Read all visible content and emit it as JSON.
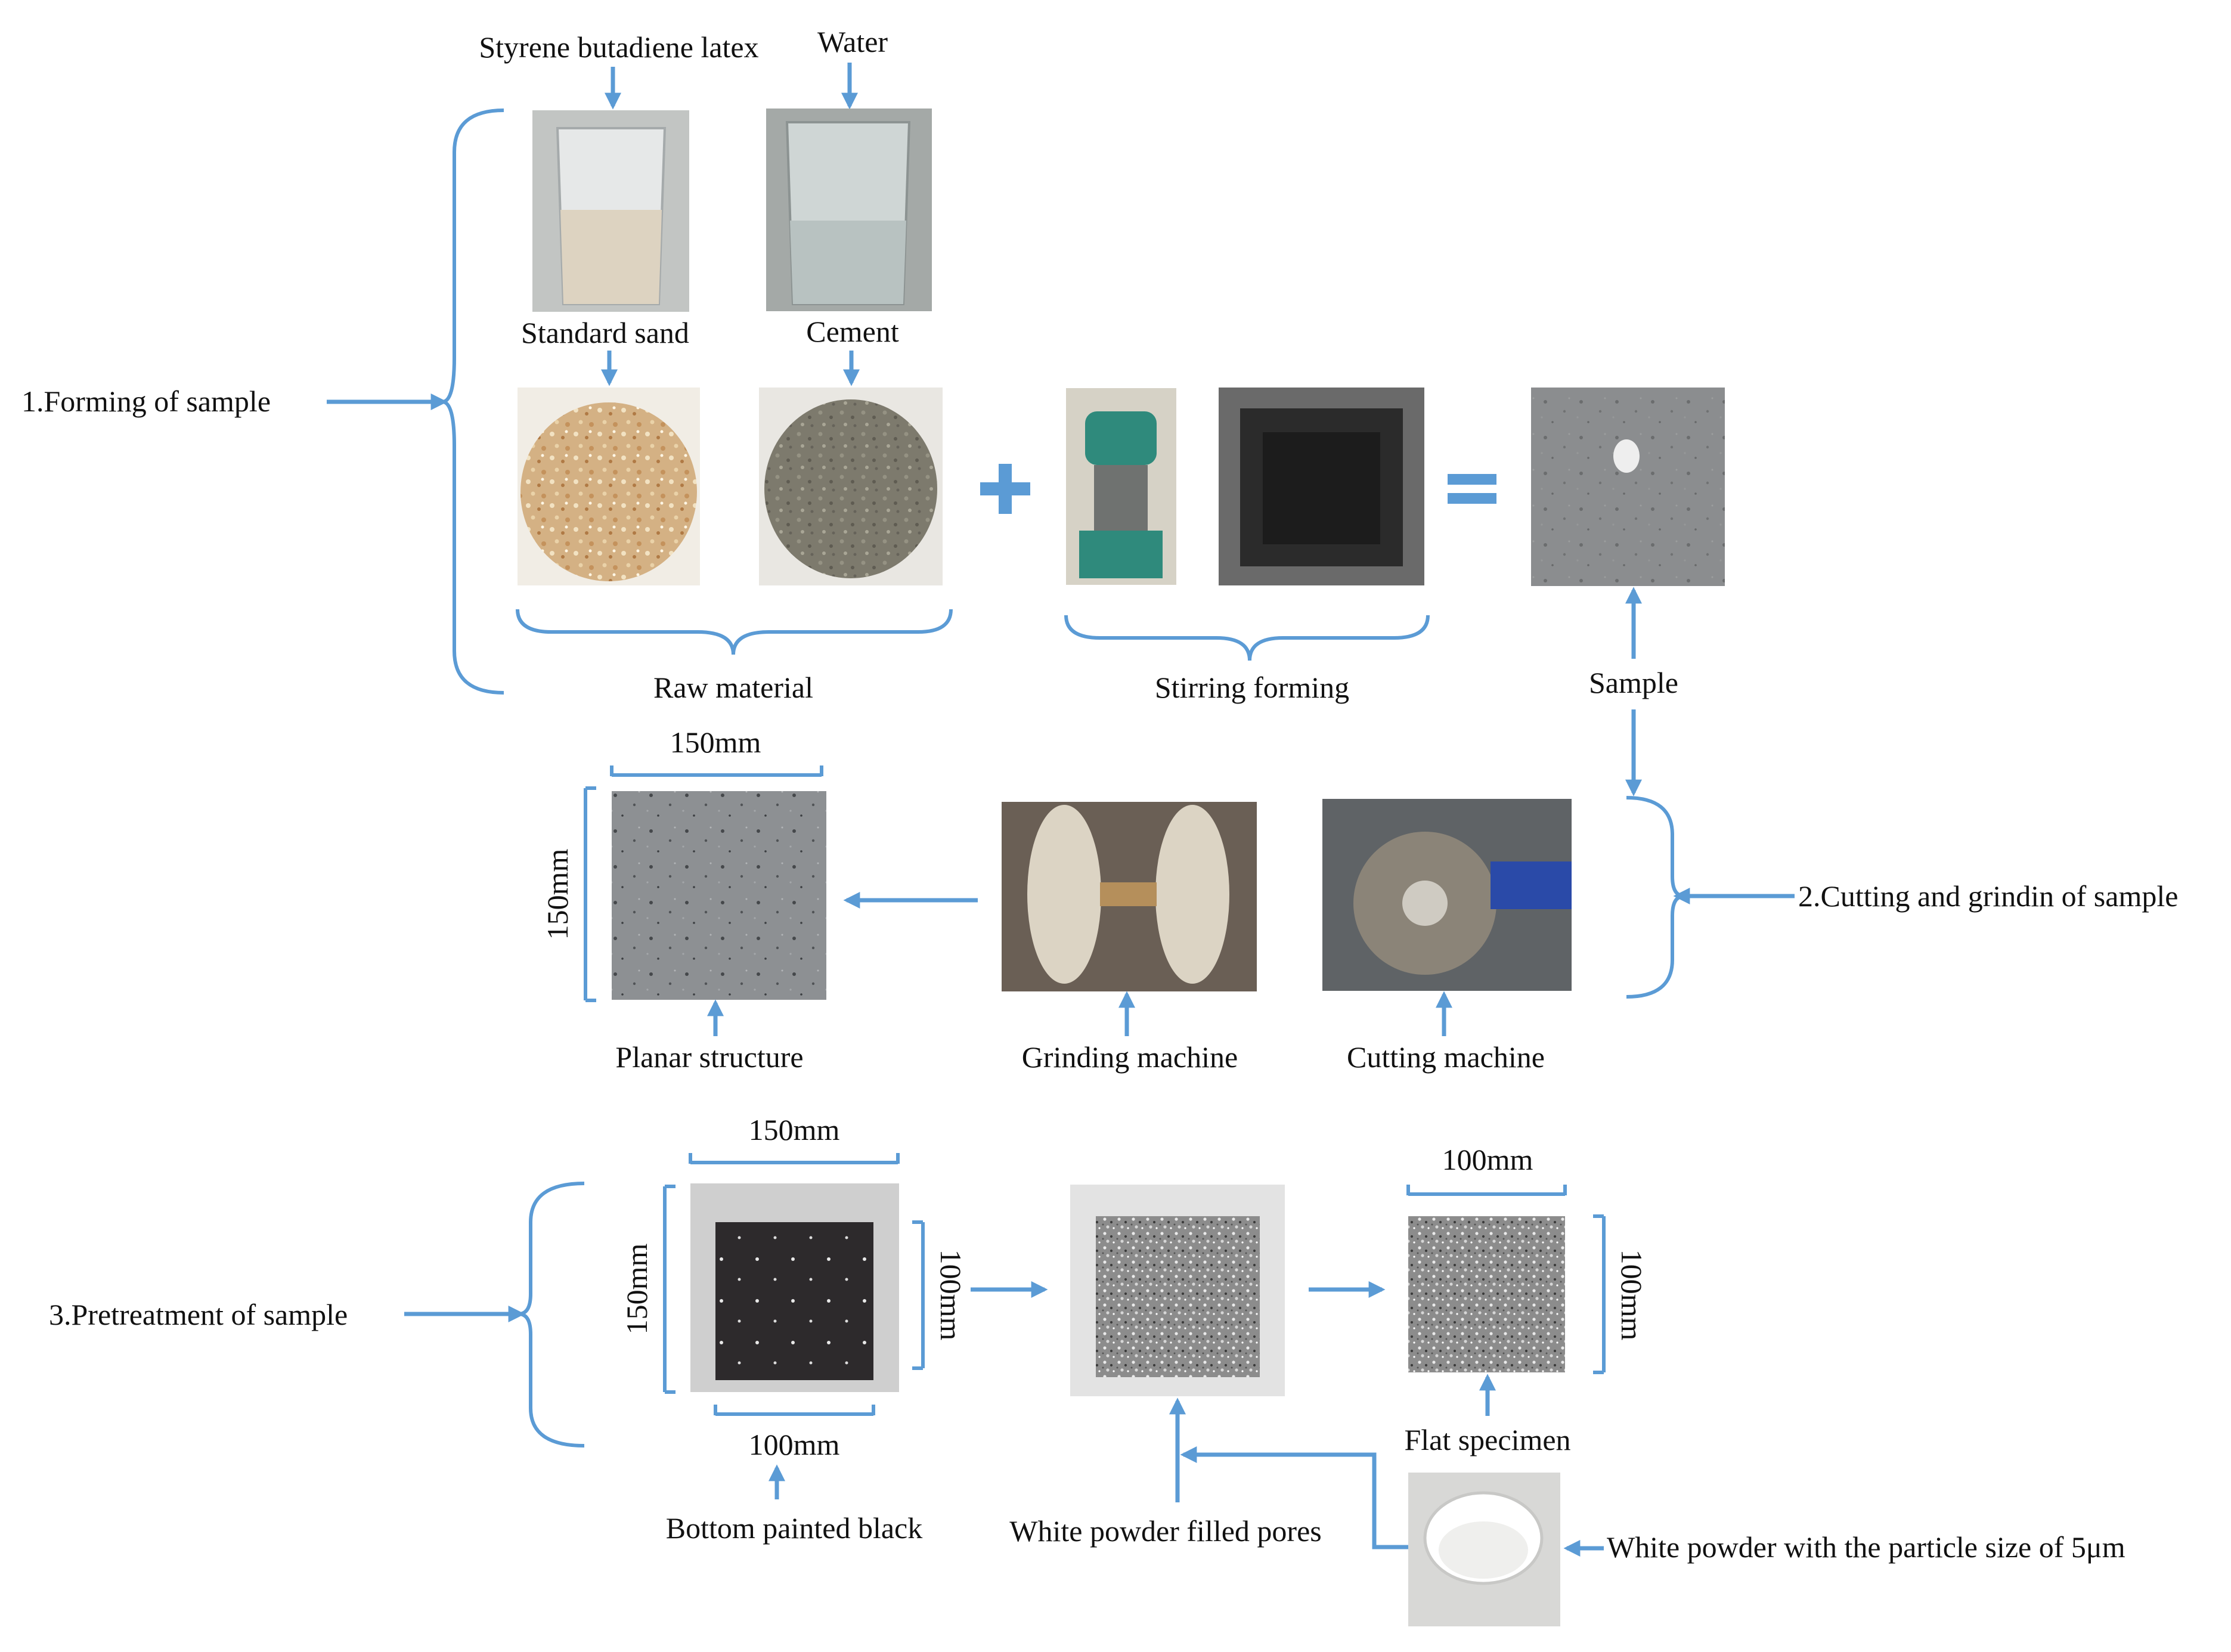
{
  "colors": {
    "accent": "#5b9bd5",
    "text": "#111111",
    "background": "#ffffff"
  },
  "stages": {
    "forming": "1.Forming of sample",
    "cutting": "2.Cutting and grindin of sample",
    "pretreatment": "3.Pretreatment of sample"
  },
  "materials": {
    "latex": "Styrene butadiene latex",
    "water": "Water",
    "sand": "Standard sand",
    "cement": "Cement",
    "raw": "Raw material"
  },
  "forming": {
    "stirring": "Stirring forming",
    "sample": "Sample",
    "plus_symbol": "+",
    "equals_symbol": "="
  },
  "machines": {
    "planar": "Planar structure",
    "grinding": "Grinding machine",
    "cutting": "Cutting machine"
  },
  "pretreat": {
    "black": "Bottom painted black",
    "filled": "White powder filled pores",
    "flat": "Flat specimen",
    "powder": "White powder with the particle size of 5μm"
  },
  "dims": {
    "planar_w": "150mm",
    "planar_h": "150mm",
    "black_outer_w": "150mm",
    "black_outer_h": "150mm",
    "black_inner_h": "100mm",
    "black_inner_w": "100mm",
    "flat_w": "100mm",
    "flat_h": "100mm"
  },
  "photos": {
    "latex": "latex-beaker",
    "water": "water-beaker",
    "sand": "sand-pile",
    "cement": "cement-pile",
    "mixer": "mortar-mixer",
    "mould": "cube-mould",
    "sample": "concrete-sample",
    "grinder": "grinding-machine",
    "cutter": "cutting-machine"
  }
}
